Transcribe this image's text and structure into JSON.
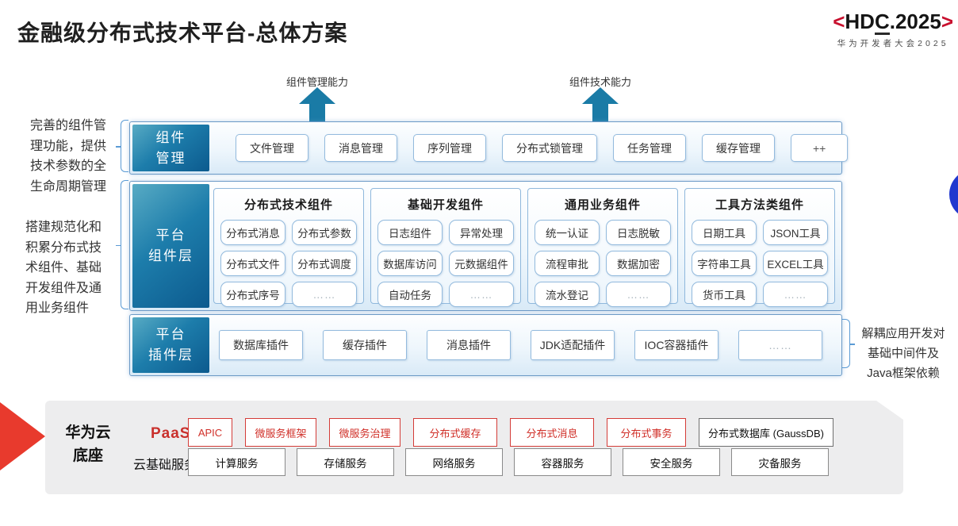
{
  "title": "金融级分布式技术平台-总体方案",
  "logo": {
    "open": "<",
    "part1": "HD",
    "part2": "C",
    "part3": ".2025",
    "close": ">",
    "subtitle": "华为开发者大会2025"
  },
  "arrows": [
    {
      "label": "组件管理能力"
    },
    {
      "label": "组件技术能力"
    }
  ],
  "left_notes": [
    "完善的组件管理功能，提供技术参数的全生命周期管理",
    "搭建规范化和积累分布式技术组件、基础开发组件及通用业务组件"
  ],
  "right_note": "解耦应用开发对基础中间件及Java框架依赖",
  "rows": {
    "component_mgmt": {
      "label_lines": [
        "组件",
        "管理"
      ],
      "items": [
        "文件管理",
        "消息管理",
        "序列管理",
        "分布式锁管理",
        "任务管理",
        "缓存管理",
        "++"
      ]
    },
    "platform_components": {
      "label_lines": [
        "平台",
        "组件层"
      ],
      "columns": [
        {
          "header": "分布式技术组件",
          "items": [
            "分布式消息",
            "分布式参数",
            "分布式文件",
            "分布式调度",
            "分布式序号",
            "……"
          ]
        },
        {
          "header": "基础开发组件",
          "items": [
            "日志组件",
            "异常处理",
            "数据库访问",
            "元数据组件",
            "自动任务",
            "……"
          ]
        },
        {
          "header": "通用业务组件",
          "items": [
            "统一认证",
            "日志脱敏",
            "流程审批",
            "数据加密",
            "流水登记",
            "……"
          ]
        },
        {
          "header": "工具方法类组件",
          "items": [
            "日期工具",
            "JSON工具",
            "字符串工具",
            "EXCEL工具",
            "货币工具",
            "……"
          ]
        }
      ]
    },
    "platform_plugins": {
      "label_lines": [
        "平台",
        "插件层"
      ],
      "items": [
        "数据库插件",
        "缓存插件",
        "消息插件",
        "JDK适配插件",
        "IOC容器插件",
        "……"
      ]
    }
  },
  "foundation": {
    "label_lines": [
      "华为云",
      "底座"
    ],
    "paas_label": "PaaS",
    "paas_items": [
      "APIC",
      "微服务框架",
      "微服务治理",
      "分布式缓存",
      "分布式消息",
      "分布式事务"
    ],
    "paas_db": "分布式数据库 (GaussDB)",
    "iaas_label": "云基础服务",
    "iaas_items": [
      "计算服务",
      "存储服务",
      "网络服务",
      "容器服务",
      "安全服务",
      "灾备服务"
    ]
  },
  "colors": {
    "teal_arrow": "#1a7ba6",
    "label_gradient_start": "#58abc4",
    "label_gradient_end": "#0c5a8e",
    "row_border_blue": "#6c9ac6",
    "hdc_red": "#c8102e",
    "paas_red": "#d02f28",
    "red_arrow": "#e83a2d",
    "circle_blue": "#2138cf"
  }
}
